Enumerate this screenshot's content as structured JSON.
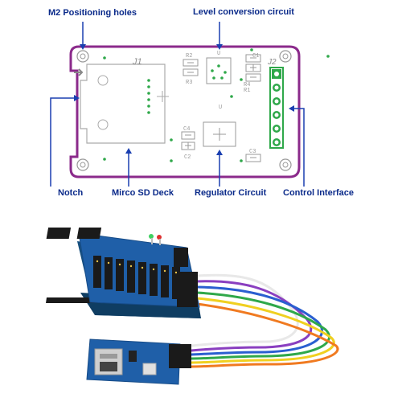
{
  "callouts": {
    "m2_holes": "M2 Positioning holes",
    "level_conversion": "Level conversion circuit",
    "notch": "Notch",
    "micro_sd_deck": "Mirco SD Deck",
    "regulator": "Regulator Circuit",
    "control_interface": "Control Interface"
  },
  "silkscreen": {
    "j1": "J1",
    "j2": "J2",
    "r2": "R2",
    "r3": "R3",
    "r4": "R4",
    "r1": "R1",
    "u1": "U",
    "u2": "U",
    "c1": "C1",
    "c2": "C2",
    "c3": "C3",
    "c4": "C4"
  },
  "colors": {
    "callout_text": "#0a2a8a",
    "arrow": "#1a3fb0",
    "board_outline": "#8b2a8b",
    "pad_green": "#2fa84a",
    "shield_blue": "#1f5fa8",
    "header_black": "#1a1a1a"
  }
}
